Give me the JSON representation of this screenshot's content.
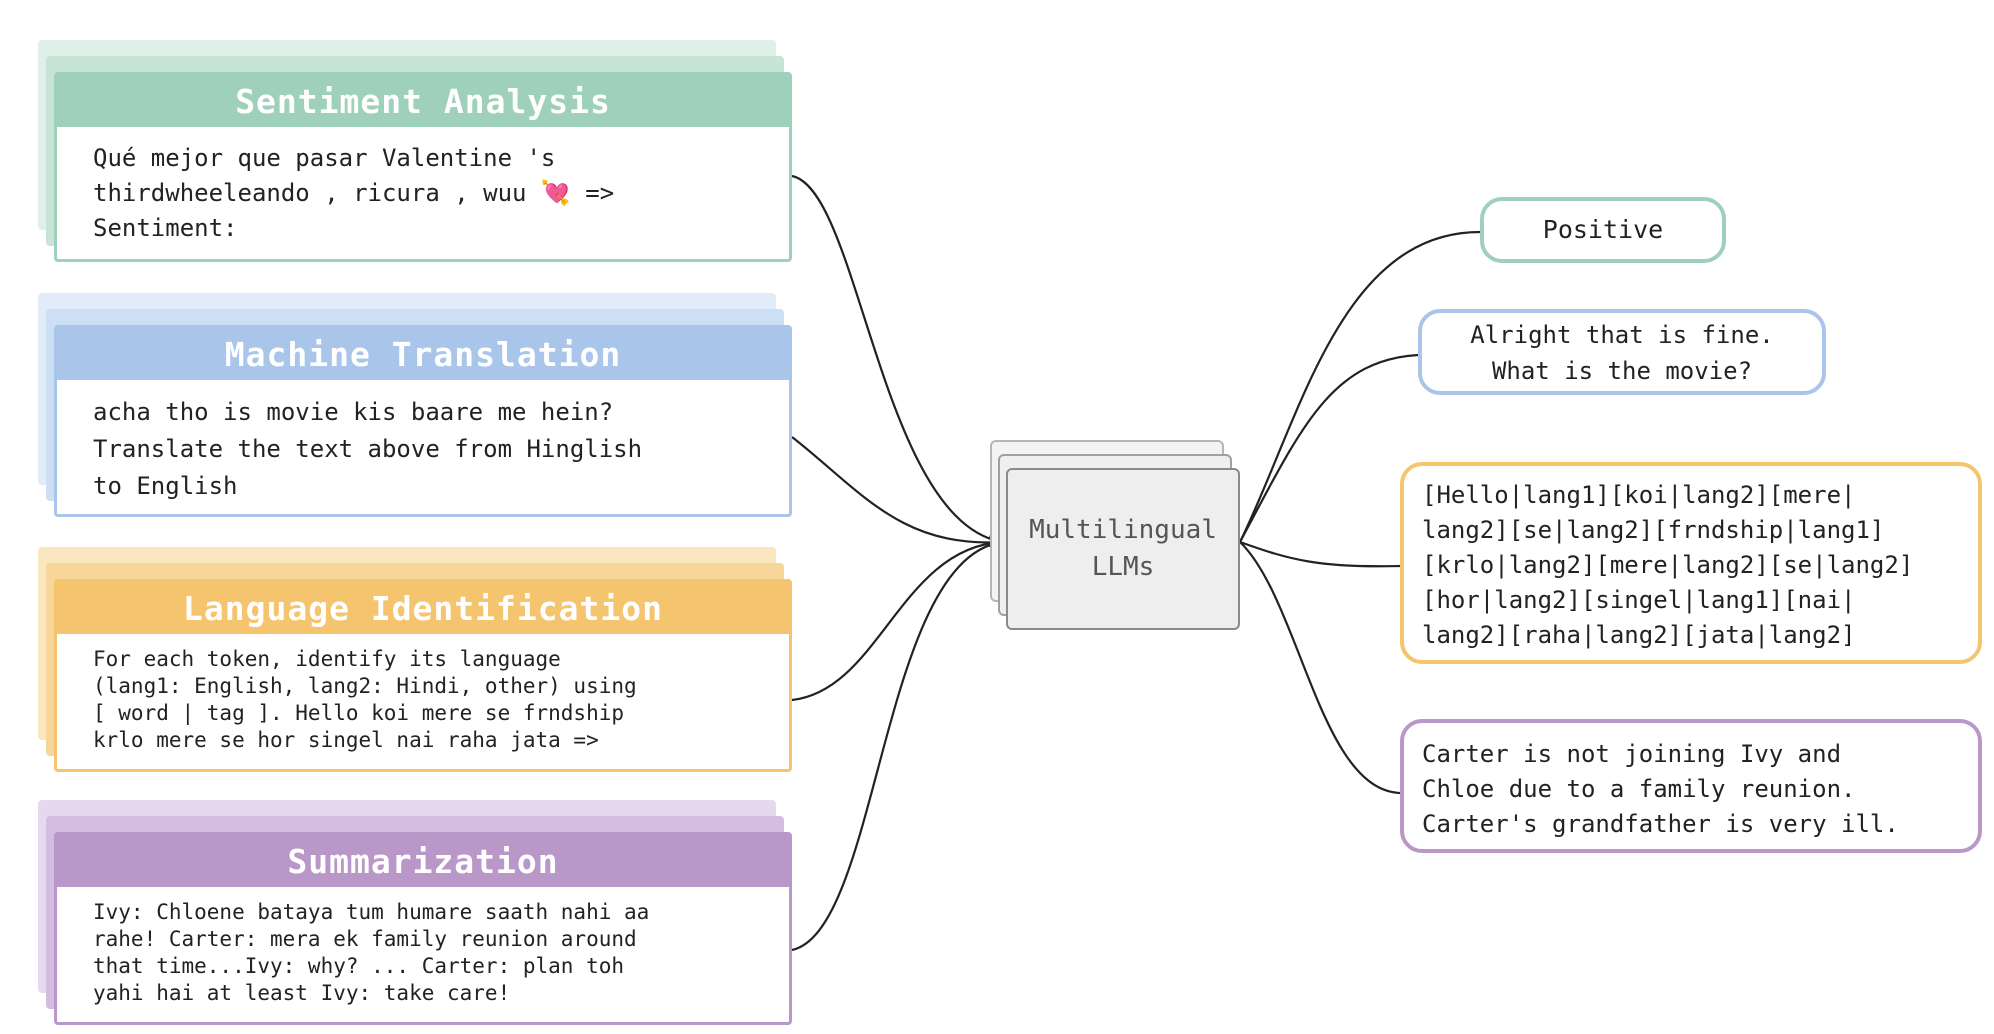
{
  "colors": {
    "green": "#9fd0bb",
    "green_light": "#dff0e8",
    "blue": "#a9c6ea",
    "blue_light": "#e2ecf9",
    "orange": "#f5c46f",
    "orange_light": "#fbe6c2",
    "purple": "#b998c9",
    "purple_light": "#e6d8ee",
    "connector": "#222222",
    "center_fill": "#eeeeee"
  },
  "tasks": [
    {
      "title": "Sentiment Analysis",
      "prompt": "Qué mejor que pasar Valentine 's\nthirdwheeleando , ricura , wuu 💘 =>\nSentiment:"
    },
    {
      "title": "Machine Translation",
      "prompt": "acha tho is movie kis baare me hein?\nTranslate the text above from Hinglish\nto English"
    },
    {
      "title": "Language Identification",
      "prompt": "For each token, identify its language\n(lang1: English, lang2: Hindi, other) using\n[ word | tag ]. Hello koi mere se frndship\nkrlo mere se hor singel nai raha jata =>"
    },
    {
      "title": "Summarization",
      "prompt": "Ivy: Chloene bataya tum humare saath nahi aa\nrahe! Carter: mera ek family reunion around\nthat time...Ivy: why? ... Carter: plan toh\nyahi hai at least Ivy: take care!"
    }
  ],
  "center": {
    "label": "Multilingual\nLLMs"
  },
  "outputs": [
    {
      "text": "Positive"
    },
    {
      "text": "Alright that is fine.\nWhat is the movie?"
    },
    {
      "text": "[Hello|lang1][koi|lang2][mere|\nlang2][se|lang2][frndship|lang1]\n[krlo|lang2][mere|lang2][se|lang2]\n[hor|lang2][singel|lang1][nai|\nlang2][raha|lang2][jata|lang2]"
    },
    {
      "text": "Carter is not joining Ivy and\nChloe due to a family reunion.\nCarter's grandfather is very ill."
    }
  ]
}
